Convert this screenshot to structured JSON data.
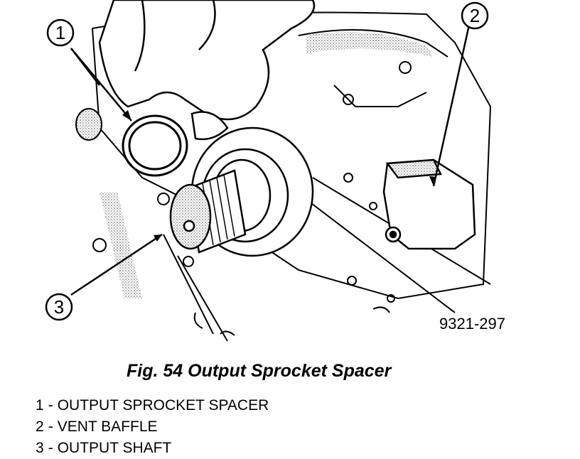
{
  "figure": {
    "callouts": [
      "1",
      "2",
      "3"
    ],
    "figure_code": "9321-297"
  },
  "caption": "Fig. 54 Output Sprocket Spacer",
  "legend": [
    {
      "number": "1",
      "label": "OUTPUT SPROCKET SPACER"
    },
    {
      "number": "2",
      "label": "VENT BAFFLE"
    },
    {
      "number": "3",
      "label": "OUTPUT SHAFT"
    }
  ],
  "colors": {
    "ink": "#000000",
    "paper": "#ffffff",
    "stipple": "#9a9a9a"
  }
}
